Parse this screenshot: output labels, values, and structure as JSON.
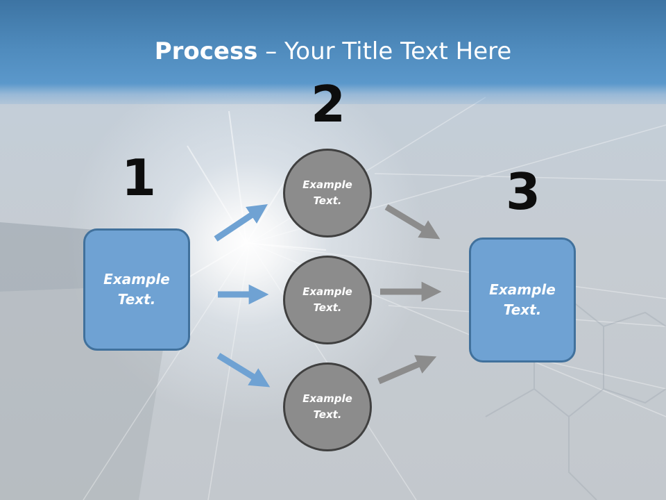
{
  "title": {
    "bold": "Process",
    "rest": " – Your Title Text Here"
  },
  "steps": {
    "one": "1",
    "two": "2",
    "three": "3"
  },
  "left_box": {
    "text": "Example Text."
  },
  "circles": [
    {
      "text": "Example Text."
    },
    {
      "text": "Example Text."
    },
    {
      "text": "Example Text."
    }
  ],
  "right_box": {
    "text": "Example Text."
  },
  "colors": {
    "header": "#4f8bbd",
    "box_fill": "#6fa2d3",
    "box_border": "#41719c",
    "circle_fill": "#8c8c8c",
    "circle_border": "#404040",
    "blue_arrow": "#6fa2d3",
    "gray_arrow": "#8c8c8c"
  }
}
